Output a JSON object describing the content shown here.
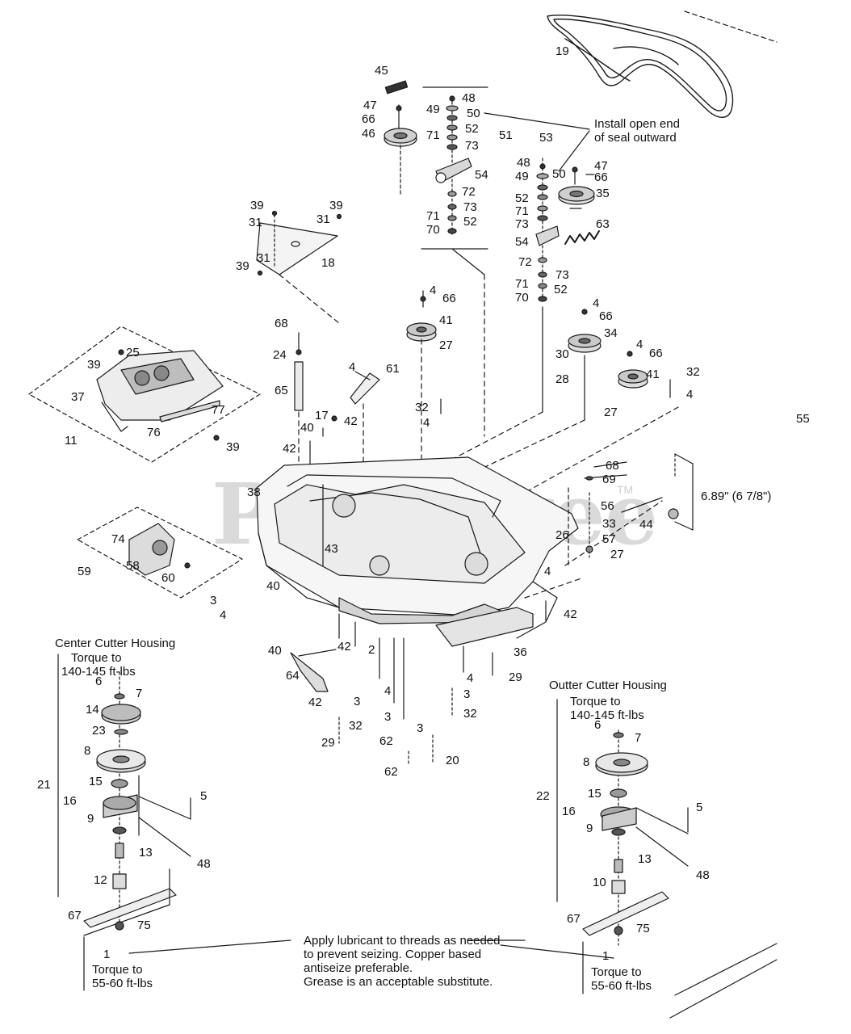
{
  "watermark": {
    "text": "PartsTree",
    "tm": "TM"
  },
  "notes": {
    "seal": [
      "Install open end",
      "of seal outward"
    ],
    "dimension": "6.89\" (6 7/8\")",
    "center_housing_title": "Center Cutter Housing",
    "center_torque_top": [
      "Torque to",
      "140-145 ft-lbs"
    ],
    "outer_housing_title": "Outter Cutter Housing",
    "outer_torque_top": [
      "Torque to",
      "140-145 ft-lbs"
    ],
    "lubricant": [
      "Apply lubricant to threads as needed",
      "to prevent seizing.  Copper based",
      "antiseize preferable.",
      "Grease is an acceptable substitute."
    ],
    "center_torque_bottom": [
      "Torque to",
      "55-60 ft-lbs"
    ],
    "outer_torque_bottom": [
      "Torque to",
      "55-60 ft-lbs"
    ]
  },
  "callouts": {
    "c19": "19",
    "c45": "45",
    "c48a": "48",
    "c49a": "49",
    "c50a": "50",
    "c47a": "47",
    "c66a": "66",
    "c46": "46",
    "c71a": "71",
    "c52a": "52",
    "c73a": "73",
    "c51": "51",
    "c54a": "54",
    "c72a": "72",
    "c73b": "73",
    "c71b": "71",
    "c52b": "52",
    "c70a": "70",
    "c53": "53",
    "c48b": "48",
    "c49b": "49",
    "c50b": "50",
    "c47b": "47",
    "c66b": "66",
    "c35": "35",
    "c52c": "52",
    "c71c": "71",
    "c73c": "73",
    "c63": "63",
    "c54b": "54",
    "c72b": "72",
    "c73d": "73",
    "c71d": "71",
    "c52d": "52",
    "c70b": "70",
    "c39a": "39",
    "c39b": "39",
    "c31a": "31",
    "c31b": "31",
    "c31c": "31",
    "c39c": "39",
    "c18": "18",
    "c4a": "4",
    "c66c": "66",
    "c41a": "41",
    "c27a": "27",
    "c4b": "4",
    "c66d": "66",
    "c34": "34",
    "c30": "30",
    "c4c": "4",
    "c66e": "66",
    "c28": "28",
    "c41b": "41",
    "c32a": "32",
    "c4d": "4",
    "c27b": "27",
    "c55": "55",
    "c68a": "68",
    "c24": "24",
    "c65": "65",
    "c4e": "4",
    "c61": "61",
    "c42a": "42",
    "c17": "17",
    "c40a": "40",
    "c32b": "32",
    "c4f": "4",
    "c42b": "42",
    "c39d": "39",
    "c25": "25",
    "c37": "37",
    "c77": "77",
    "c76": "76",
    "c11": "11",
    "c39e": "39",
    "c38": "38",
    "c68b": "68",
    "c69": "69",
    "c56": "56",
    "c33": "33",
    "c44": "44",
    "c26": "26",
    "c57": "57",
    "c27c": "27",
    "c74": "74",
    "c58": "58",
    "c59": "59",
    "c60": "60",
    "c43": "43",
    "c40b": "40",
    "c3a": "3",
    "c4g": "4",
    "c4h": "4",
    "c42c": "42",
    "c42d": "42",
    "c2": "2",
    "c36": "36",
    "c40c": "40",
    "c64": "64",
    "c42e": "42",
    "c4i": "4",
    "c29a": "29",
    "c3b": "3",
    "c4j": "4",
    "c32c": "32",
    "c3c": "3",
    "c3d": "3",
    "c32d": "32",
    "c29b": "29",
    "c62a": "62",
    "c3e": "3",
    "c62b": "62",
    "c20": "20",
    "c6a": "6",
    "c7a": "7",
    "c14": "14",
    "c23": "23",
    "c8a": "8",
    "c21": "21",
    "c15a": "15",
    "c16a": "16",
    "c5a": "5",
    "c9a": "9",
    "c13a": "13",
    "c48c": "48",
    "c12": "12",
    "c67a": "67",
    "c75a": "75",
    "c1a": "1",
    "c6b": "6",
    "c7b": "7",
    "c8b": "8",
    "c22": "22",
    "c15b": "15",
    "c16b": "16",
    "c5b": "5",
    "c9b": "9",
    "c13b": "13",
    "c48d": "48",
    "c10": "10",
    "c67b": "67",
    "c75b": "75",
    "c1b": "1"
  }
}
